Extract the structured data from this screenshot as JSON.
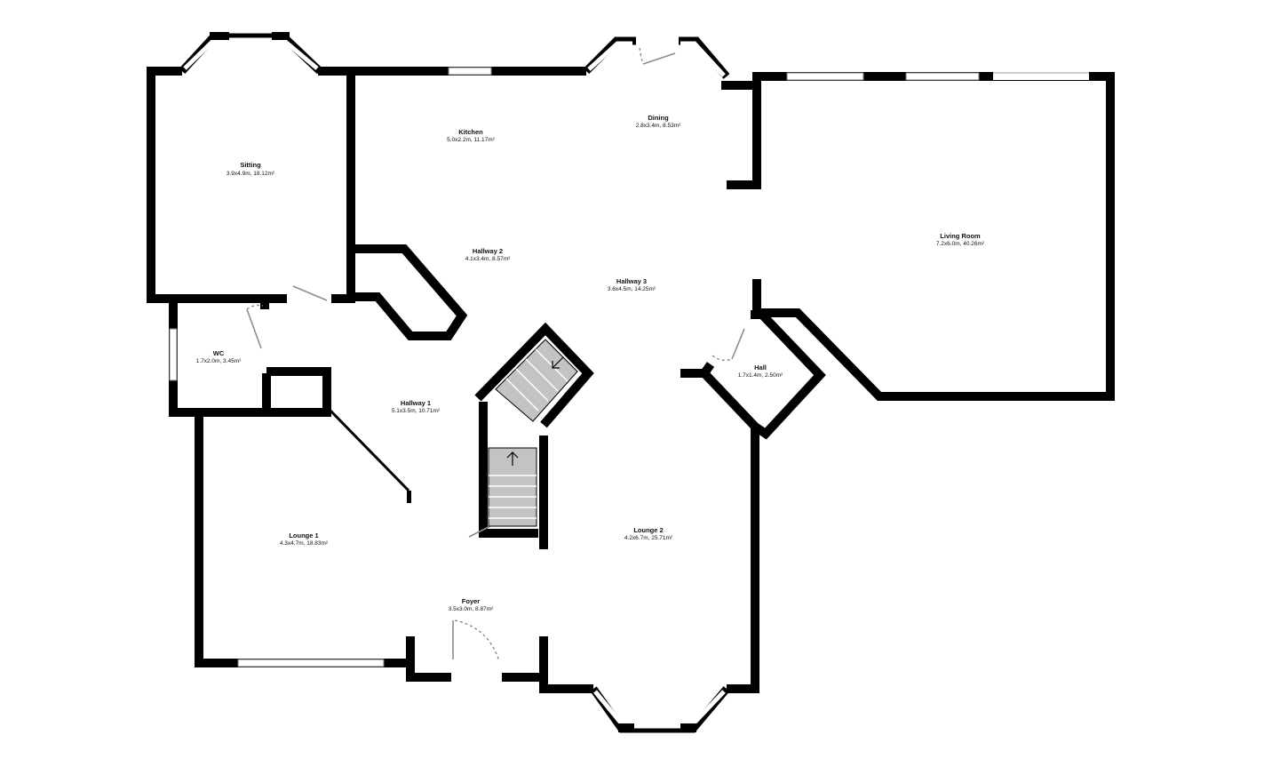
{
  "rooms": [
    {
      "key": "sitting",
      "name": "Sitting",
      "dims": "3.9x4.9m, 18.12m²"
    },
    {
      "key": "kitchen",
      "name": "Kitchen",
      "dims": "5.0x2.2m, 11.17m²"
    },
    {
      "key": "dining",
      "name": "Dining",
      "dims": "2.8x3.4m, 8.53m²"
    },
    {
      "key": "living",
      "name": "Living Room",
      "dims": "7.2x6.0m, 40.26m²"
    },
    {
      "key": "hallway2",
      "name": "Hallway 2",
      "dims": "4.1x3.4m, 8.57m²"
    },
    {
      "key": "hallway3",
      "name": "Hallway 3",
      "dims": "3.6x4.5m, 14.25m²"
    },
    {
      "key": "wc",
      "name": "WC",
      "dims": "1.7x2.0m, 3.45m²"
    },
    {
      "key": "hall",
      "name": "Hall",
      "dims": "1.7x1.4m, 2.50m²"
    },
    {
      "key": "hallway1",
      "name": "Hallway 1",
      "dims": "5.1x3.5m, 10.71m²"
    },
    {
      "key": "lounge1",
      "name": "Lounge 1",
      "dims": "4.3x4.7m, 18.83m²"
    },
    {
      "key": "lounge2",
      "name": "Lounge 2",
      "dims": "4.2x6.7m, 25.71m²"
    },
    {
      "key": "foyer",
      "name": "Foyer",
      "dims": "3.5x3.0m, 8.87m²"
    }
  ],
  "icons": [
    "arrow-up-icon",
    "arrow-down-left-icon"
  ]
}
